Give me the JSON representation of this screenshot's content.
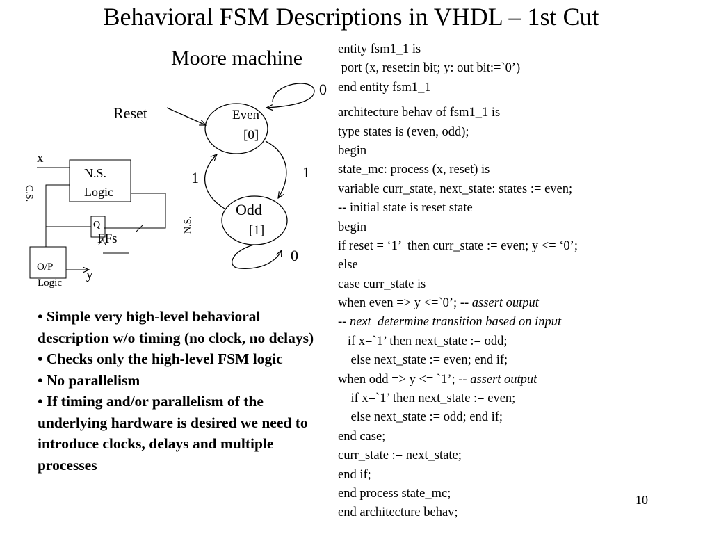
{
  "slide": {
    "title": "Behavioral FSM Descriptions in VHDL – 1st Cut",
    "page_number": "10"
  },
  "diagram": {
    "heading": "Moore machine",
    "reset_label": "Reset",
    "states": [
      {
        "name": "Even",
        "output": "[0]"
      },
      {
        "name": "Odd",
        "output": "[1]"
      }
    ],
    "transitions": {
      "even_self": "0",
      "even_to_odd": "1",
      "odd_to_even": "1",
      "odd_self": "0"
    },
    "block": {
      "input": "x",
      "ns_logic_line1": "N.S.",
      "ns_logic_line2": "Logic",
      "ff_q": "Q",
      "ffs": "FFs",
      "op_logic_line1": "O/P",
      "op_logic_line2": "Logic",
      "output": "y",
      "cs_label": "C.S.",
      "ns_label": "N.S."
    }
  },
  "code": {
    "entity": [
      "entity fsm1_1 is",
      " port (x, reset:in bit; y: out bit:=`0’)",
      "end entity fsm1_1"
    ],
    "architecture": [
      {
        "text": "architecture behav of fsm1_1 is"
      },
      {
        "text": "type states is (even, odd);"
      },
      {
        "text": "begin"
      },
      {
        "text": "state_mc: process (x, reset) is"
      },
      {
        "text": "variable curr_state, next_state: states := even;"
      },
      {
        "text": "-- initial state is reset state"
      },
      {
        "text": "begin"
      },
      {
        "text": "if reset = ‘1’  then curr_state := even; y <= ‘0’;"
      },
      {
        "text": "else"
      },
      {
        "text": "case curr_state is"
      },
      {
        "text": "when even => y <=`0’; -- ",
        "italic": "assert output"
      },
      {
        "text": "-- ",
        "italic": "next  determine transition based on input"
      },
      {
        "text": "   if x=`1’ then next_state := odd;"
      },
      {
        "text": "    else next_state := even; end if;"
      },
      {
        "text": "when odd => y <= `1’; -- ",
        "italic": "assert output"
      },
      {
        "text": "    if x=`1’ then next_state := even;"
      },
      {
        "text": "    else next_state := odd; end if;"
      },
      {
        "text": "end case;"
      },
      {
        "text": "curr_state := next_state;"
      },
      {
        "text": "end if;"
      },
      {
        "text": "end process state_mc;"
      },
      {
        "text": "end architecture behav;"
      }
    ]
  },
  "bullets": [
    "Simple very high-level behavioral description w/o timing (no clock, no delays)",
    "Checks only the high-level FSM logic",
    "No parallelism",
    "If timing and/or parallelism of the underlying hardware is desired we need to introduce clocks, delays and multiple processes"
  ]
}
